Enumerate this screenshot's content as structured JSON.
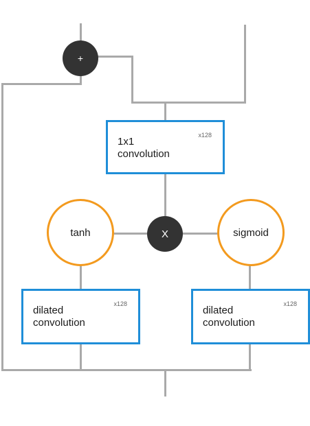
{
  "diagram": {
    "add_node": {
      "symbol": "+"
    },
    "multiply_node": {
      "symbol": "X"
    },
    "activations": {
      "tanh": "tanh",
      "sigmoid": "sigmoid"
    },
    "blocks": {
      "conv_1x1": {
        "line1": "1x1",
        "line2": "convolution",
        "badge": "x128"
      },
      "dilated_left": {
        "line1": "dilated",
        "line2": "convolution",
        "badge": "x128"
      },
      "dilated_right": {
        "line1": "dilated",
        "line2": "convolution",
        "badge": "x128"
      }
    },
    "colors": {
      "box_border": "#1f8ed8",
      "activation_border": "#f39a1e",
      "operator_fill": "#333333",
      "wire": "#a9a9a9"
    }
  }
}
